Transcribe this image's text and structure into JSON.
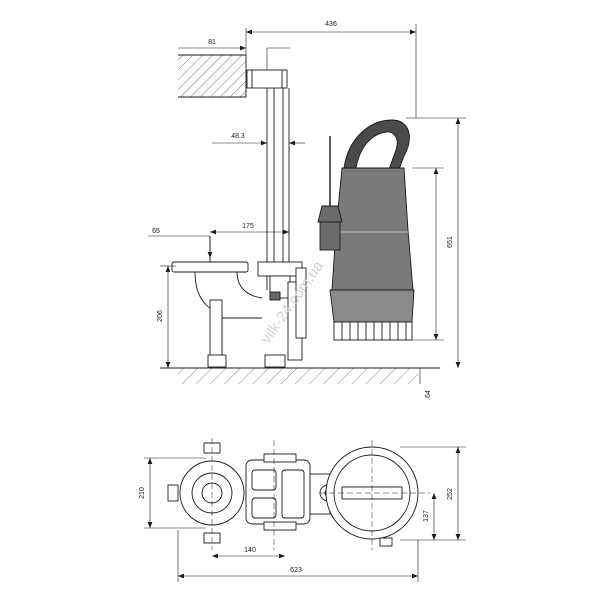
{
  "dimensions": {
    "overall_height_ref": "436",
    "wall_offset": "81",
    "guide_pipe_offset": "48.3",
    "coupling_offset": "175",
    "discharge_offset": "65",
    "pump_height": "651",
    "coupling_height": "206",
    "pit_depth": "64",
    "plan_width": "623",
    "base_spacing": "140",
    "flange_width": "210",
    "pump_width": "252",
    "pump_half_width": "137"
  },
  "watermark": "vilk-24.com.ua",
  "icons": {
    "pump": "submersible-pump-icon",
    "coupling": "auto-coupling-icon"
  },
  "colors": {
    "line": "#1a1a1a",
    "motor_fill": "#7a7a7a",
    "handle_fill": "#4a4a4a",
    "hatch": "#333333",
    "watermark": "#d2d2d2"
  }
}
